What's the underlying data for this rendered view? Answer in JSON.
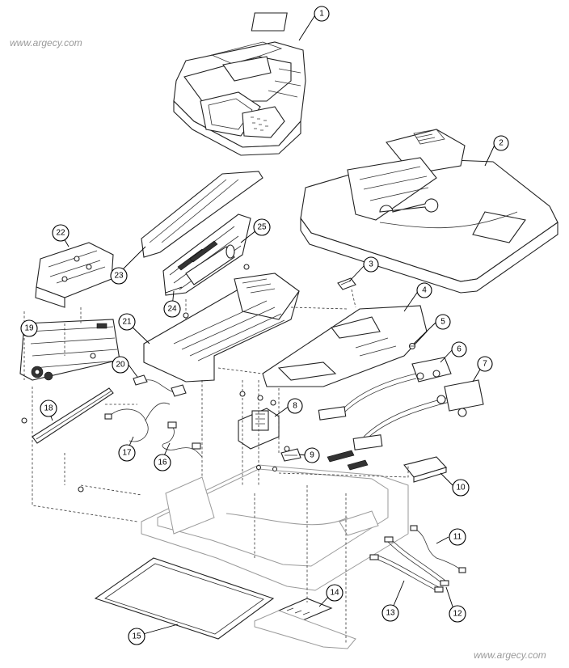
{
  "watermarks": {
    "top": "www.argecy.com",
    "bottom": "www.argecy.com"
  },
  "callouts": [
    "1",
    "2",
    "3",
    "4",
    "5",
    "6",
    "7",
    "8",
    "9",
    "10",
    "11",
    "12",
    "13",
    "14",
    "15",
    "16",
    "17",
    "18",
    "19",
    "20",
    "21",
    "22",
    "23",
    "24",
    "25"
  ]
}
